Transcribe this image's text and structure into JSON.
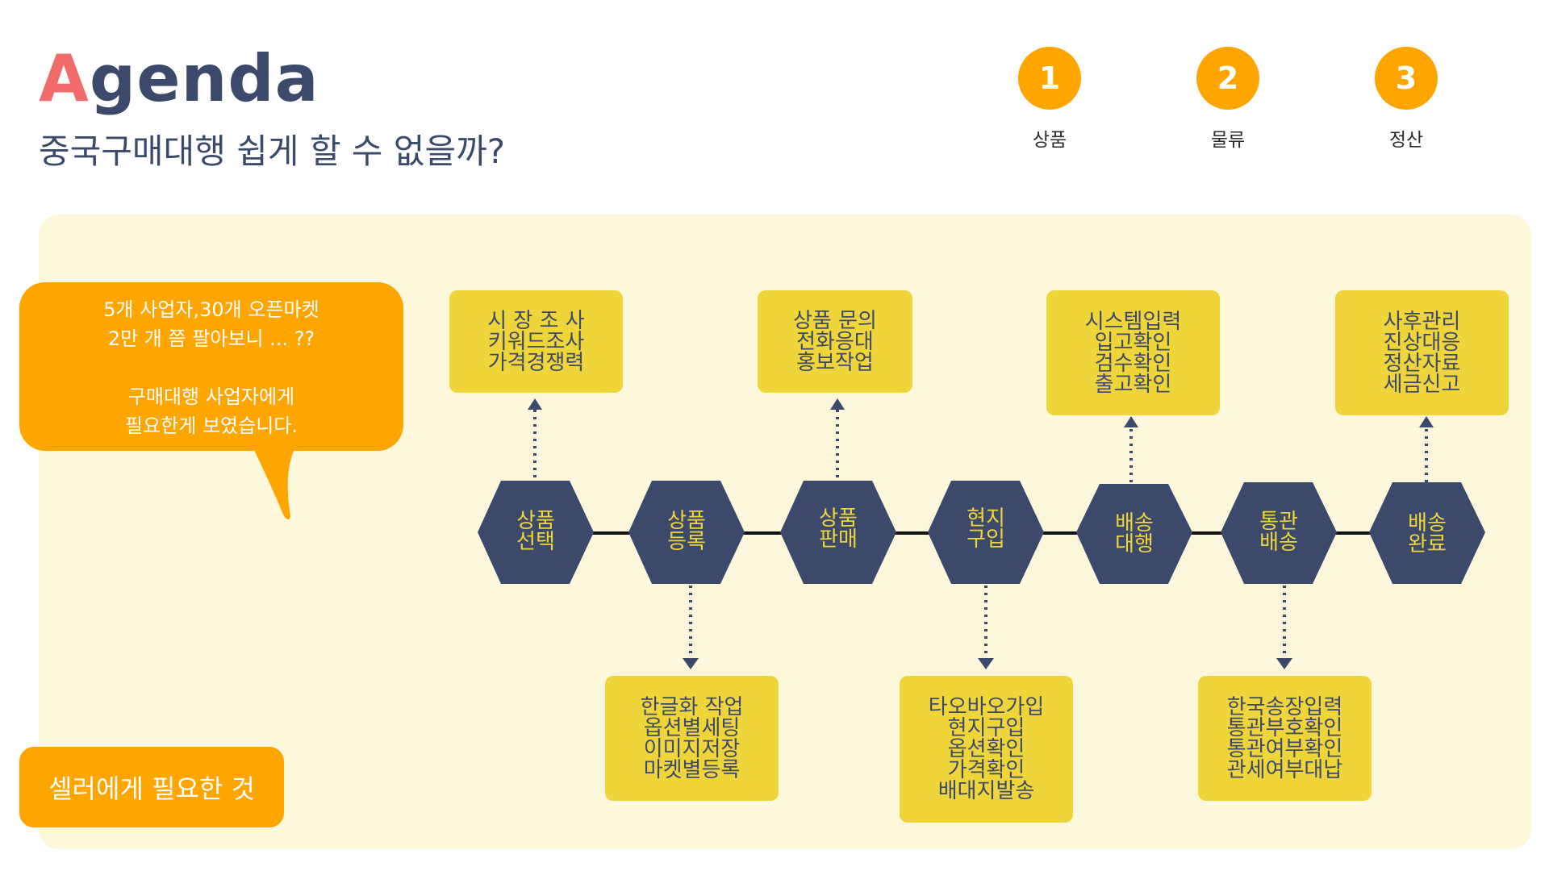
{
  "header": {
    "title_first": "A",
    "title_rest": "genda",
    "subtitle": "중국구매대행 쉽게 할 수 없을까?"
  },
  "steps": [
    {
      "num": "1",
      "label": "상품"
    },
    {
      "num": "2",
      "label": "물류"
    },
    {
      "num": "3",
      "label": "정산"
    }
  ],
  "bubble": {
    "text": "5개 사업자,30개 오픈마켓\n2만  개 쯤 팔아보니 ... ??\n\n구매대행 사업자에게\n필요한게 보였습니다."
  },
  "seller_label": "셀러에게 필요한 것",
  "process": [
    {
      "label": "상품\n선택"
    },
    {
      "label": "상품\n등록"
    },
    {
      "label": "상품\n판매"
    },
    {
      "label": "현지\n구입"
    },
    {
      "label": "배송\n대행"
    },
    {
      "label": "통관\n배송"
    },
    {
      "label": "배송\n완료"
    }
  ],
  "details": {
    "top": [
      {
        "text": "시 장  조 사\n키워드조사\n가격경쟁력"
      },
      {
        "text": "상품 문의\n전화응대\n홍보작업"
      },
      {
        "text": "시스템입력\n입고확인\n검수확인\n출고확인"
      },
      {
        "text": "사후관리\n진상대응\n정산자료\n세금신고"
      }
    ],
    "bottom": [
      {
        "text": "한글화 작업\n옵션별세팅\n이미지저장\n마켓별등록"
      },
      {
        "text": "타오바오가입\n현지구입\n옵션확인\n가격확인\n배대지발송"
      },
      {
        "text": "한국송장입력\n통관부호확인\n통관여부확인\n관세여부대납"
      }
    ]
  },
  "colors": {
    "accent_orange": "#ffa500",
    "navy": "#3b4a6b",
    "yellow": "#f0d53a",
    "panel_bg": "#fdf8dc",
    "title_red": "#f26b6b"
  }
}
